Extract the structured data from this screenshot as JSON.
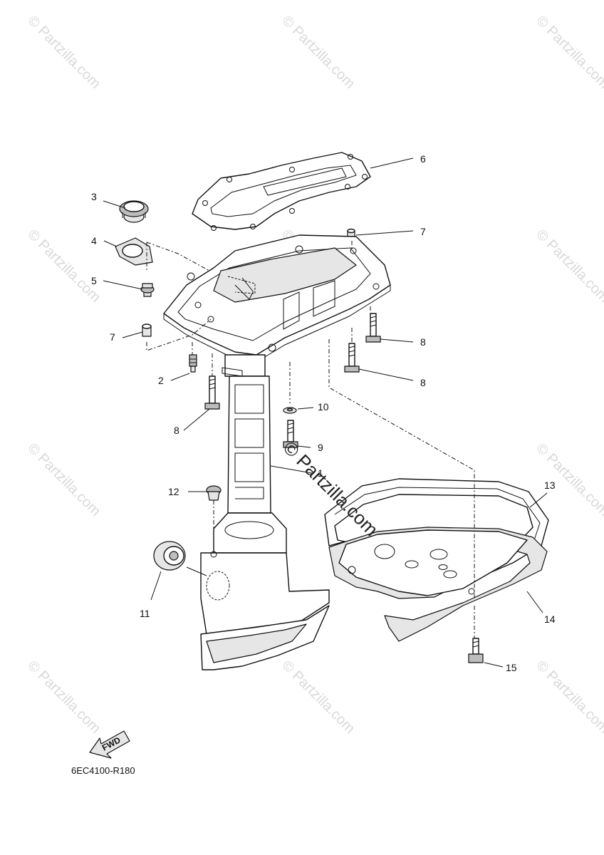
{
  "watermark": {
    "text": "© Partzilla.com",
    "center_text": "© Partzilla.com"
  },
  "callouts": [
    {
      "number": "1"
    },
    {
      "number": "2"
    },
    {
      "number": "3"
    },
    {
      "number": "4"
    },
    {
      "number": "5"
    },
    {
      "number": "6"
    },
    {
      "number": "7"
    },
    {
      "number": "7"
    },
    {
      "number": "8"
    },
    {
      "number": "8"
    },
    {
      "number": "8"
    },
    {
      "number": "9"
    },
    {
      "number": "10"
    },
    {
      "number": "11"
    },
    {
      "number": "12"
    },
    {
      "number": "13"
    },
    {
      "number": "14"
    },
    {
      "number": "15"
    }
  ],
  "fwd_label": "FWD",
  "diagram_code": "6EC4100-R180"
}
